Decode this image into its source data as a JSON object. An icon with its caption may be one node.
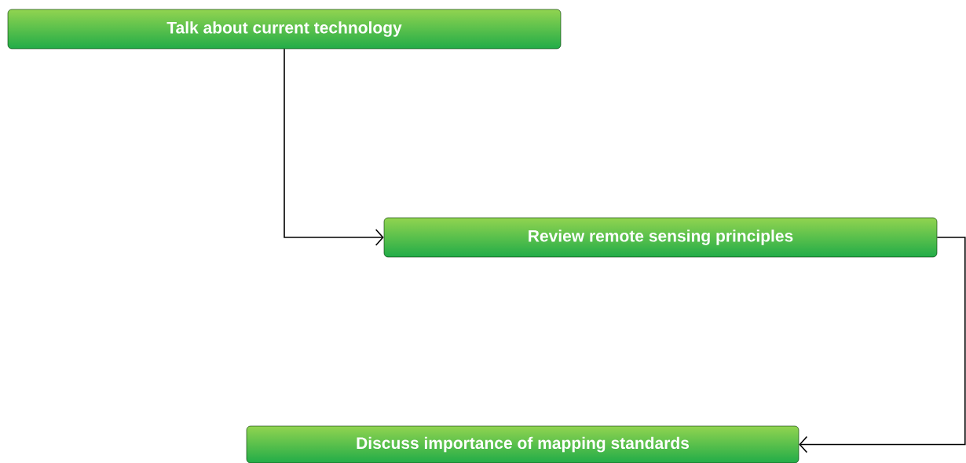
{
  "diagram": {
    "nodes": [
      {
        "text": [
          "Talk about current technology"
        ]
      },
      {
        "text": [
          "Review remote sensing principles"
        ]
      },
      {
        "text": [
          "Discuss importance of mapping standards"
        ]
      }
    ],
    "edges": [
      {
        "from": 0,
        "to": 1,
        "arrow": "to"
      },
      {
        "from": 1,
        "to": 2,
        "arrow": "to"
      }
    ]
  }
}
